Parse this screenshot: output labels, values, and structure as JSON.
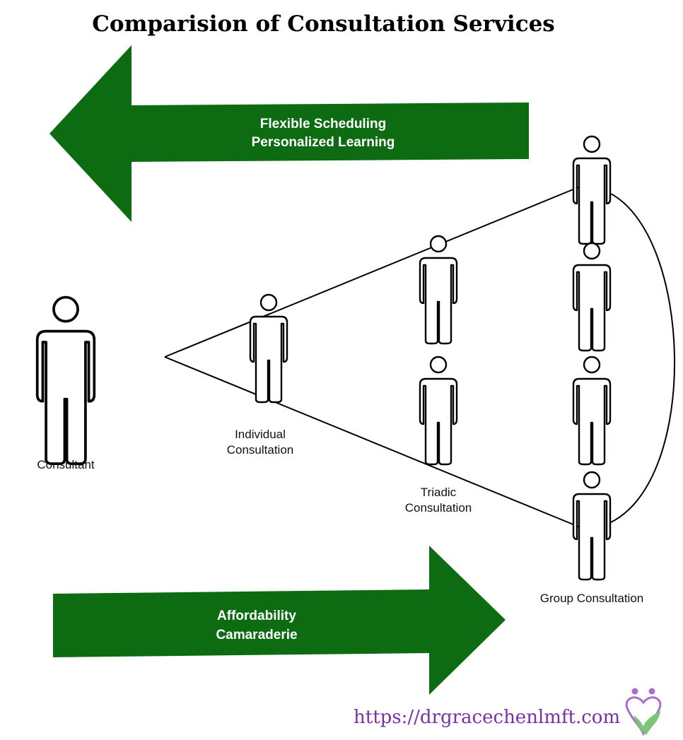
{
  "title": "Comparision of Consultation Services",
  "colors": {
    "arrow": "#0d6b12",
    "url": "#7b2fa8",
    "logo_purple": "#a76fc9",
    "logo_green": "#7cc47a"
  },
  "arrows": {
    "left": {
      "line1": "Flexible Scheduling",
      "line2": "Personalized Learning"
    },
    "right": {
      "line1": "Affordability",
      "line2": "Camaraderie"
    }
  },
  "labels": {
    "consultant": "Consultant",
    "individual_line1": "Individual",
    "individual_line2": "Consultation",
    "triadic_line1": "Triadic",
    "triadic_line2": "Consultation",
    "group": "Group Consultation"
  },
  "footer": {
    "url": "https://drgracechenlmft.com"
  },
  "icons": {
    "person": "person-icon",
    "logo": "heart-people-logo-icon"
  }
}
